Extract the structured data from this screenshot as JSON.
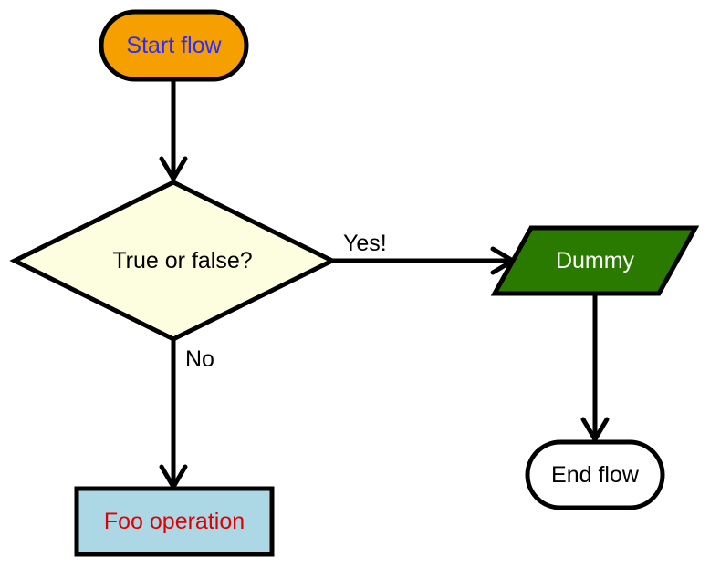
{
  "nodes": {
    "start": {
      "label": "Start flow",
      "fill": "#f5a000",
      "text_color": "#2b2bff"
    },
    "decision": {
      "label": "True or false?",
      "fill": "#fdfedf",
      "text_color": "#000000"
    },
    "dummy": {
      "label": "Dummy",
      "fill": "#2a7a00",
      "text_color": "#ffffff"
    },
    "end": {
      "label": "End flow",
      "fill": "#ffffff",
      "text_color": "#000000"
    },
    "foo": {
      "label": "Foo operation",
      "fill": "#acd8e6",
      "text_color": "#e00000"
    }
  },
  "edges": {
    "yes_label": "Yes!",
    "no_label": "No"
  }
}
